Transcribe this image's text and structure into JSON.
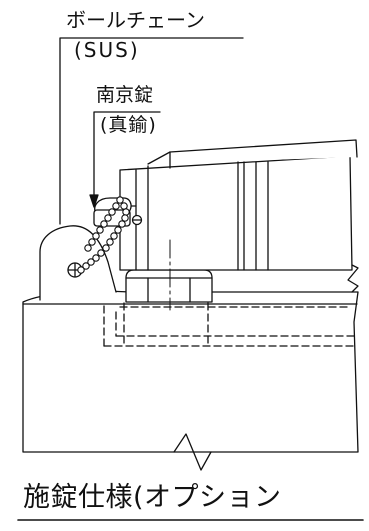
{
  "labels": {
    "chain_name": "ボールチェーン",
    "chain_material": "(SUS)",
    "lock_name": "南京錠",
    "lock_material": "(真鍮)"
  },
  "title": "施錠仕様(オプション"
}
